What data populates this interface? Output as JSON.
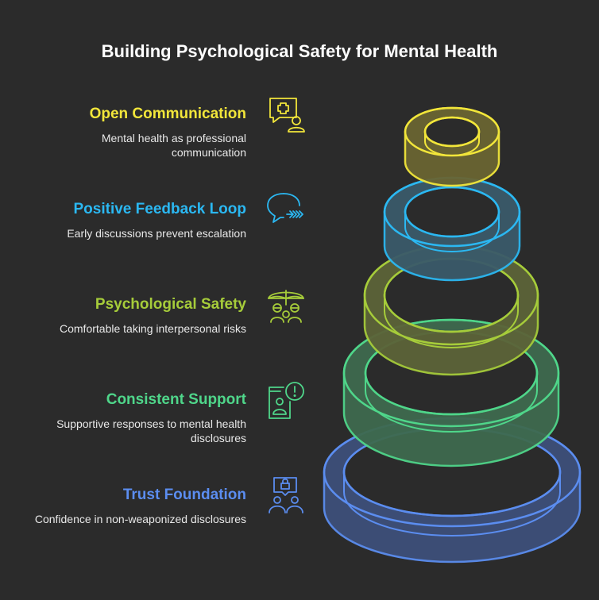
{
  "title": "Building Psychological Safety for Mental Health",
  "levels": [
    {
      "heading": "Open Communication",
      "description": "Mental health as professional communication",
      "color": "#f2e63a",
      "icon": "medical-chat-icon"
    },
    {
      "heading": "Positive Feedback Loop",
      "description": "Early discussions prevent escalation",
      "color": "#2bb8f2",
      "icon": "feedback-chat-icon"
    },
    {
      "heading": "Psychological Safety",
      "description": "Comfortable taking interpersonal risks",
      "color": "#a6cc3a",
      "icon": "umbrella-people-icon"
    },
    {
      "heading": "Consistent Support",
      "description": "Supportive responses to mental health disclosures",
      "color": "#4fd68a",
      "icon": "mobile-alert-icon"
    },
    {
      "heading": "Trust Foundation",
      "description": "Confidence in non-weaponized disclosures",
      "color": "#5b8df0",
      "icon": "lock-people-icon"
    }
  ]
}
